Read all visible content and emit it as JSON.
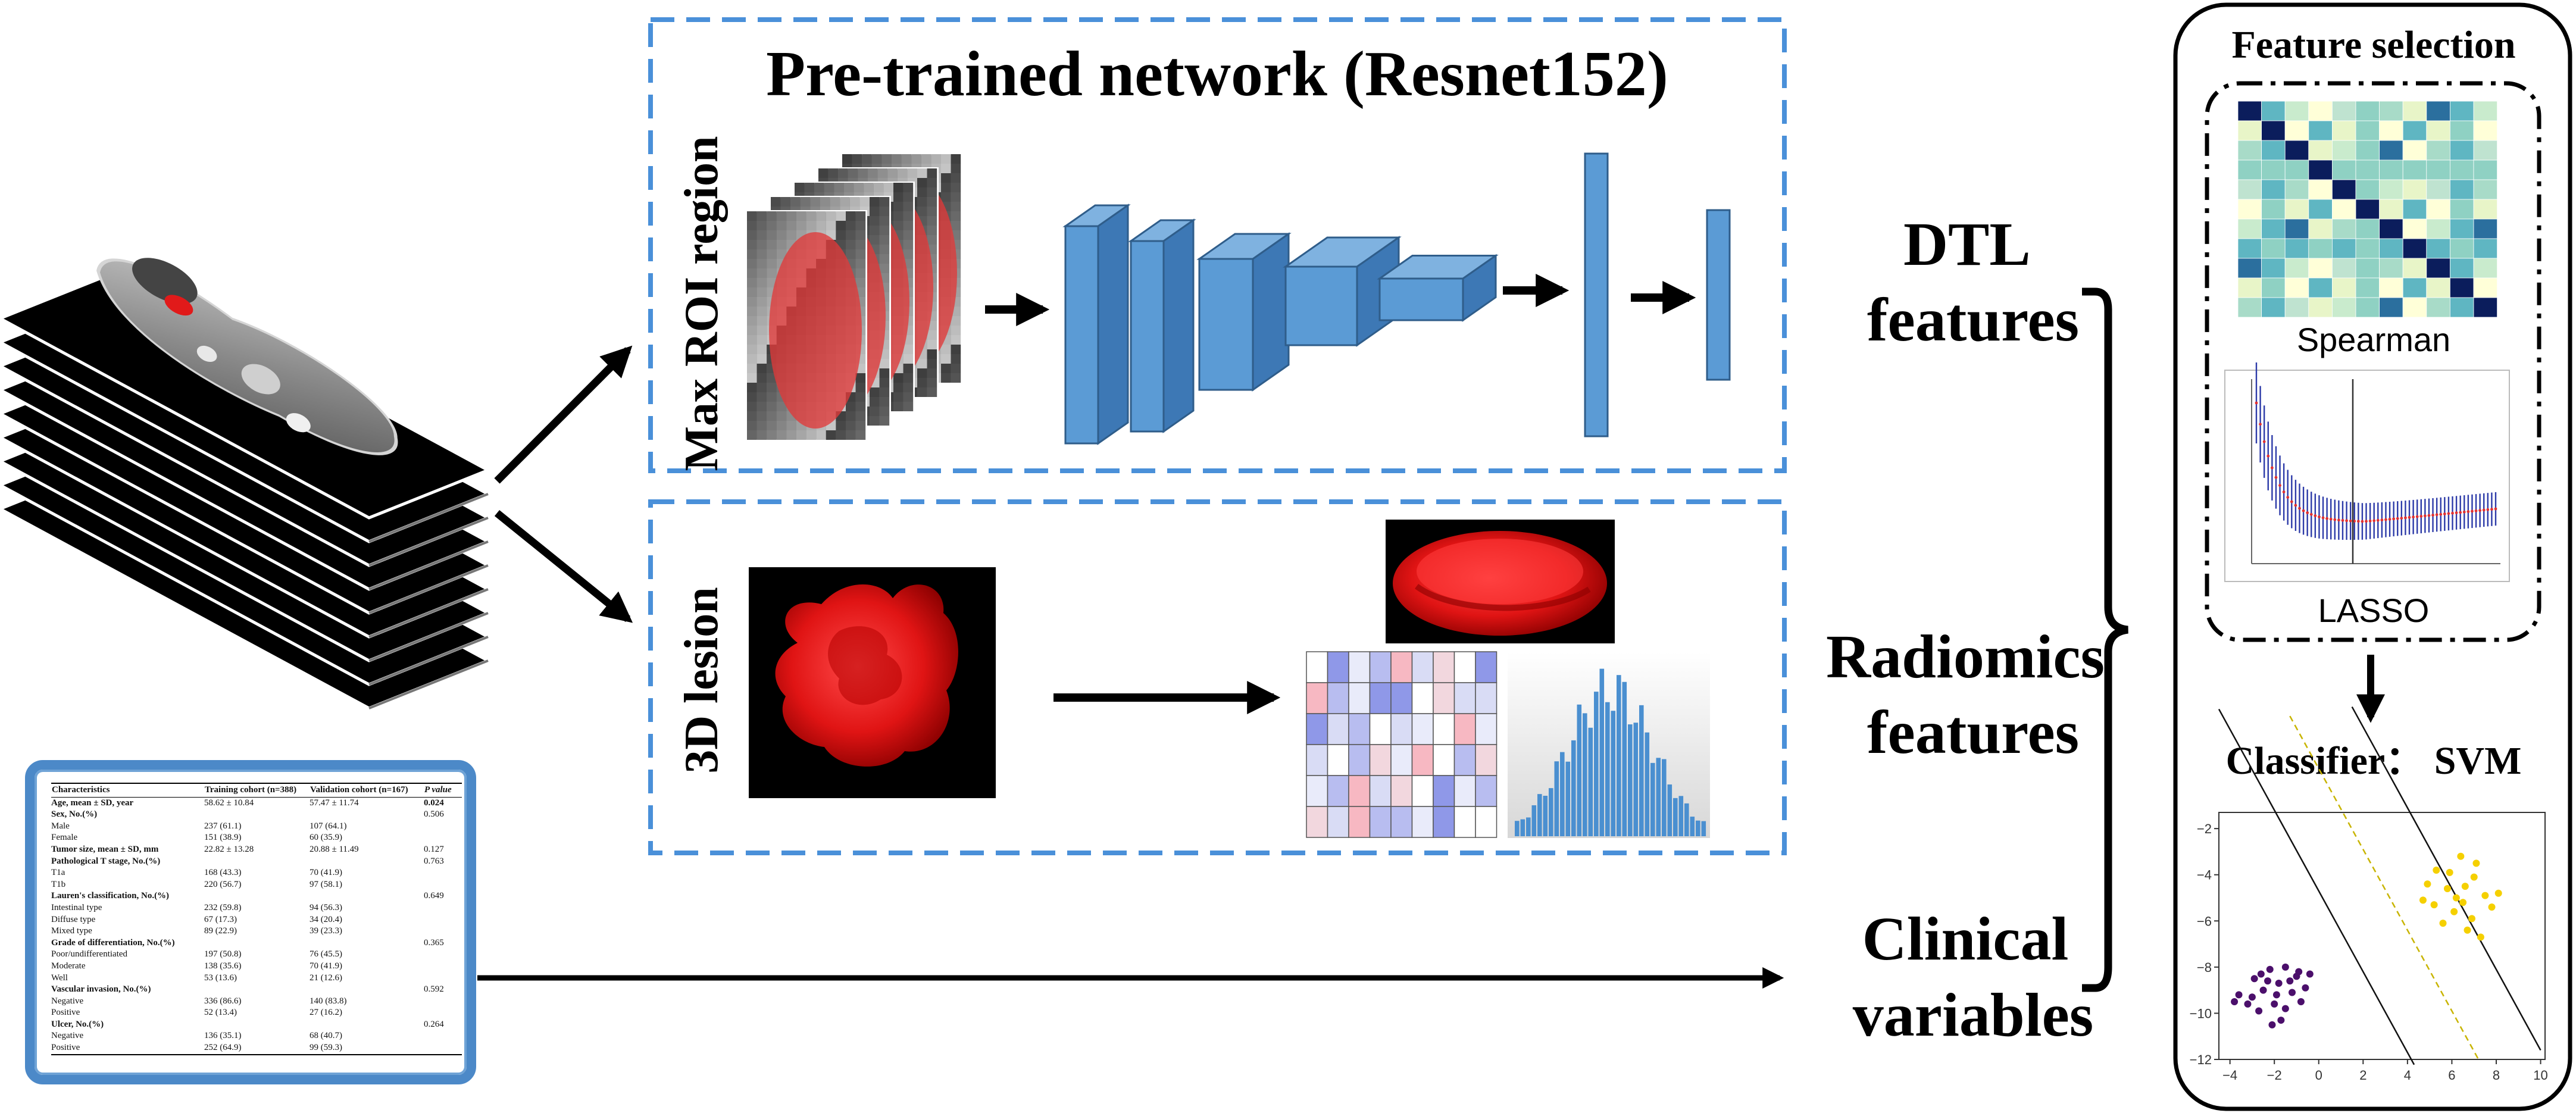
{
  "network_panel": {
    "title": "Pre-trained network (Resnet152)",
    "side_label": "Max ROI region"
  },
  "radiomics_panel": {
    "side_label": "3D lesion"
  },
  "outputs": {
    "dtl": [
      "DTL",
      "features"
    ],
    "radiomics": [
      "Radiomics",
      "features"
    ],
    "clinical": [
      "Clinical",
      "variables"
    ]
  },
  "feature_selection": {
    "title": "Feature selection",
    "spearman_label": "Spearman",
    "lasso_label": "LASSO",
    "classifier_label": "Classifier： SVM"
  },
  "clinical_table": {
    "headers": [
      "Characteristics",
      "Training cohort (n=388)",
      "Validation cohort (n=167)",
      "P value"
    ],
    "rows": [
      {
        "label": "Age, mean ± SD, year",
        "bold": true,
        "train": "58.62 ± 10.84",
        "valid": "57.47 ± 11.74",
        "p": "0.024"
      },
      {
        "label": "Sex, No.(%)",
        "bold": true,
        "train": "",
        "valid": "",
        "p": "0.506"
      },
      {
        "label": "Male",
        "bold": false,
        "train": "237 (61.1)",
        "valid": "107 (64.1)",
        "p": ""
      },
      {
        "label": "Female",
        "bold": false,
        "train": "151 (38.9)",
        "valid": "60 (35.9)",
        "p": ""
      },
      {
        "label": "Tumor size, mean ± SD, mm",
        "bold": true,
        "train": "22.82 ± 13.28",
        "valid": "20.88 ± 11.49",
        "p": "0.127"
      },
      {
        "label": "Pathological T stage, No.(%)",
        "bold": true,
        "train": "",
        "valid": "",
        "p": "0.763"
      },
      {
        "label": "T1a",
        "bold": false,
        "train": "168 (43.3)",
        "valid": "70 (41.9)",
        "p": ""
      },
      {
        "label": "T1b",
        "bold": false,
        "train": "220 (56.7)",
        "valid": "97 (58.1)",
        "p": ""
      },
      {
        "label": "Lauren's classification, No.(%)",
        "bold": true,
        "train": "",
        "valid": "",
        "p": "0.649"
      },
      {
        "label": "Intestinal type",
        "bold": false,
        "train": "232 (59.8)",
        "valid": "94 (56.3)",
        "p": ""
      },
      {
        "label": "Diffuse type",
        "bold": false,
        "train": "67 (17.3)",
        "valid": "34 (20.4)",
        "p": ""
      },
      {
        "label": "Mixed type",
        "bold": false,
        "train": "89 (22.9)",
        "valid": "39 (23.3)",
        "p": ""
      },
      {
        "label": "Grade of differentiation, No.(%)",
        "bold": true,
        "train": "",
        "valid": "",
        "p": "0.365"
      },
      {
        "label": "Poor/undifferentiated",
        "bold": false,
        "train": "197 (50.8)",
        "valid": "76 (45.5)",
        "p": ""
      },
      {
        "label": "Moderate",
        "bold": false,
        "train": "138 (35.6)",
        "valid": "70 (41.9)",
        "p": ""
      },
      {
        "label": "Well",
        "bold": false,
        "train": "53 (13.6)",
        "valid": "21 (12.6)",
        "p": ""
      },
      {
        "label": "Vascular invasion, No.(%)",
        "bold": true,
        "train": "",
        "valid": "",
        "p": "0.592"
      },
      {
        "label": "Negative",
        "bold": false,
        "train": "336 (86.6)",
        "valid": "140 (83.8)",
        "p": ""
      },
      {
        "label": "Positive",
        "bold": false,
        "train": "52 (13.4)",
        "valid": "27 (16.2)",
        "p": ""
      },
      {
        "label": "Ulcer, No.(%)",
        "bold": true,
        "train": "",
        "valid": "",
        "p": "0.264"
      },
      {
        "label": "Negative",
        "bold": false,
        "train": "136 (35.1)",
        "valid": "68 (40.7)",
        "p": ""
      },
      {
        "label": "Positive",
        "bold": false,
        "train": "252 (64.9)",
        "valid": "99 (59.3)",
        "p": ""
      }
    ]
  },
  "svm_plot": {
    "x_ticks": [
      "−4",
      "−2",
      "0",
      "2",
      "4",
      "6",
      "8",
      "10"
    ],
    "y_ticks": [
      "−2",
      "−4",
      "−6",
      "−8",
      "−10",
      "−12"
    ]
  },
  "colors": {
    "panel_border": "#4a90d9",
    "cnn_front": "#5b9bd5",
    "cnn_top": "#7fb2e0",
    "cnn_side": "#3d78b5",
    "lesion_red": "#e11a1a",
    "class_a": "#f5d000",
    "class_b": "#4b0f6b"
  }
}
